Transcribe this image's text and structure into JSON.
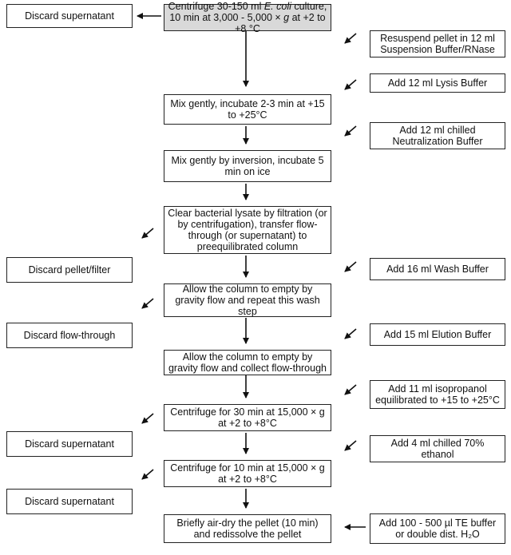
{
  "steps": [
    {
      "pre": "Centrifuge 30-150 ml ",
      "italic": "E. coli",
      "post": " culture, 10 min at 3,000 - 5,000 × ",
      "italic2": "g",
      "post2": " at +2 to +8 °C"
    },
    {
      "text": "Mix gently, incubate 2-3 min at +15 to +25°C"
    },
    {
      "text": "Mix gently by inversion, incubate 5 min on ice"
    },
    {
      "text": "Clear bacterial lysate by filtration (or by centrifugation), transfer flow-through (or supernatant) to preequilibrated column"
    },
    {
      "text": "Allow the column to empty by gravity flow and repeat this wash step"
    },
    {
      "text": "Allow the column to empty by gravity flow and collect flow-through"
    },
    {
      "text": "Centrifuge for 30 min at 15,000 × g at +2 to +8°C"
    },
    {
      "text": "Centrifuge for 10 min at 15,000 × g at +2 to +8°C"
    },
    {
      "text": "Briefly air-dry the pellet (10 min) and redissolve the pellet"
    }
  ],
  "additions": [
    {
      "text": "Resuspend pellet in 12 ml Suspension Buffer/RNase"
    },
    {
      "text": "Add 12 ml Lysis Buffer"
    },
    {
      "text": "Add 12 ml chilled Neutralization Buffer"
    },
    {
      "text": "Add 16 ml Wash Buffer"
    },
    {
      "text": "Add 15 ml Elution Buffer"
    },
    {
      "text": "Add 11 ml isopropanol equilibrated to +15 to +25°C"
    },
    {
      "text": "Add 4 ml chilled 70% ethanol"
    },
    {
      "text": "Add 100 - 500 µl TE buffer or double dist. H₂O"
    }
  ],
  "discards": [
    {
      "text": "Discard supernatant"
    },
    {
      "text": "Discard pellet/filter"
    },
    {
      "text": "Discard flow-through"
    },
    {
      "text": "Discard supernatant"
    },
    {
      "text": "Discard supernatant"
    }
  ]
}
